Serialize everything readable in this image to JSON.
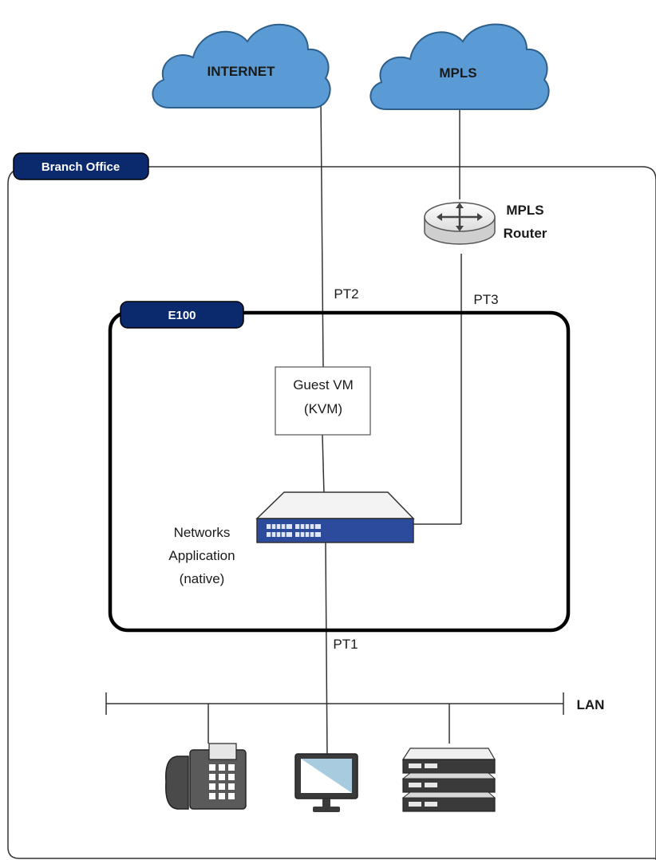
{
  "clouds": {
    "internet_label": "INTERNET",
    "mpls_label": "MPLS"
  },
  "branch_office": {
    "label": "Branch Office"
  },
  "mpls_router": {
    "label_line1": "MPLS",
    "label_line2": "Router"
  },
  "links": {
    "pt1": "PT1",
    "pt2": "PT2",
    "pt3": "PT3"
  },
  "e100": {
    "label": "E100"
  },
  "guest_vm": {
    "line1": "Guest VM",
    "line2": "(KVM)"
  },
  "network_app": {
    "line1": "Networks",
    "line2": "Application",
    "line3": "(native)"
  },
  "lan": {
    "label": "LAN"
  },
  "icons": {
    "cloud_internet": "cloud-icon",
    "cloud_mpls": "cloud-icon",
    "router": "router-icon",
    "switch": "network-appliance-icon",
    "phone": "ip-phone-icon",
    "monitor": "monitor-icon",
    "servers": "server-stack-icon"
  },
  "colors": {
    "cloud_fill": "#5b9bd5",
    "cloud_stroke": "#2e5f8a",
    "tag_fill": "#0b2a6e",
    "appliance_front": "#2c4b9c"
  }
}
